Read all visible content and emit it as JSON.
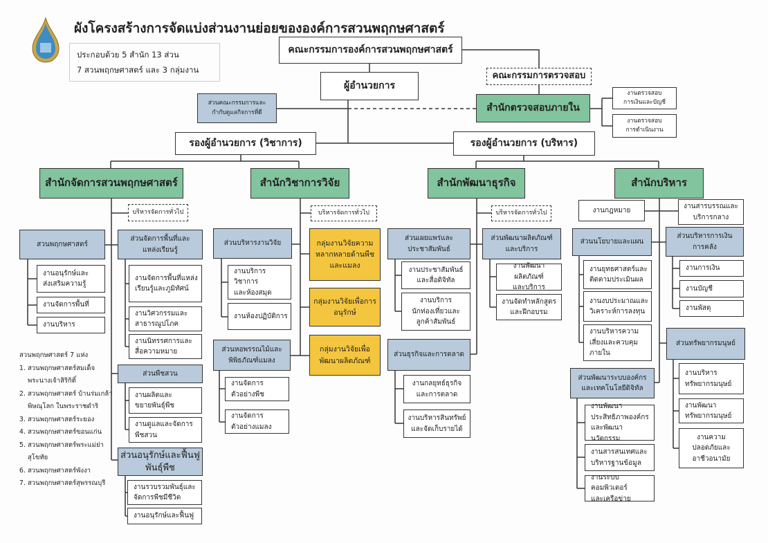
{
  "title": "ผังโครงสร้างการจัดแบ่งส่วนงานย่อยขององค์การสวนพฤกษศาสตร์",
  "summary": {
    "line1": "ประกอบด้วย 5 สำนัก 13 ส่วน",
    "line2": "7 สวนพฤกษศาสตร์ และ 3 กลุ่มงาน"
  },
  "colors": {
    "office": "#82c49d",
    "section": "#b8cadb",
    "group": "#f4c63f"
  },
  "nodes": {
    "board": "คณะกรรมการองค์การสวนพฤกษศาสตร์",
    "director": "ผู้อำนวยการ",
    "audit_committee": "คณะกรรมการตรวจสอบ",
    "internal_audit": "สำนักตรวจสอบภายใน",
    "audit_finance": "งานตรวจสอบ\nการเงินและบัญชี",
    "audit_operation": "งานตรวจสอบ\nการดำเนินงาน",
    "governance": "ส่วนคณะกรรมการและ\nกำกับดูแลกิจการที่ดี",
    "deputy_academic": "รองผู้อำนวยการ (วิชาการ)",
    "deputy_admin": "รองผู้อำนวยการ (บริหาร)",
    "garden_office": "สำนักจัดการสวนพฤกษศาสตร์",
    "research_office": "สำนักวิชาการวิจัย",
    "business_office": "สำนักพัฒนาธุรกิจ",
    "admin_office": "สำนักบริหาร",
    "general_admin": "บริหารจัดการทั่วไป",
    "botanic_gardens": "สวนพฤกษศาสตร์",
    "bg_conserve": "งานอนุรักษ์และ\nส่งเสริมความรู้",
    "bg_area": "งานจัดการพื้นที่",
    "bg_admin": "งานบริหาร",
    "area_learning": "ส่วนจัดการพื้นที่และ\nแหล่งเรียนรู้",
    "al_landscape": "งานจัดการพื้นที่แหล่ง\nเรียนรู้และภูมิทัศน์",
    "al_engineering": "งานวิศวกรรมและ\nสาธารณูปโภค",
    "al_exhibit": "งานนิทรรศการและ\nสื่อความหมาย",
    "horticulture": "ส่วนพืชสวน",
    "ho_propagation": "งานผลิตและ\nขยายพันธุ์พืช",
    "ho_care": "งานดูแลและจัดการ\nพืชสวน",
    "plant_conservation": "ส่วนอนุรักษ์และฟื้นฟู\nพันธุ์พืช",
    "pc_collection": "งานรวบรวมพันธุ์และ\nจัดการพืชมีชีวิต",
    "pc_restore": "งานอนุรักษ์และฟื้นฟู",
    "research_admin": "ส่วนบริหารงานวิจัย",
    "ra_library": "งานบริการวิชาการ\nและห้องสมุด",
    "ra_lab": "งานห้องปฏิบัติการ",
    "herbarium": "ส่วนหอพรรณไม้และ\nพิพิธภัณฑ์แมลง",
    "hb_plant": "งานจัดการ\nตัวอย่างพืช",
    "hb_insect": "งานจัดการ\nตัวอย่างแมลง",
    "grp_diversity": "กลุ่มงานวิจัยความ\nหลากหลายด้านพืช\nและแมลง",
    "grp_conserve": "กลุ่มงานวิจัยเพื่อการ\nอนุรักษ์",
    "grp_product": "กลุ่มงานวิจัยเพื่อ\nพัฒนาผลิตภัณฑ์",
    "pr": "ส่วนเผยแพร่และ\nประชาสัมพันธ์",
    "pr_digital": "งานประชาสัมพันธ์\nและสื่อดิจิทัล",
    "pr_tourist": "งานบริการ\nนักท่องเที่ยวและ\nลูกค้าสัมพันธ์",
    "product_dev": "ส่วนพัฒนาผลิตภัณฑ์\nและบริการ",
    "pd_product": "งานพัฒนาผลิตภัณฑ์\nและบริการ",
    "pd_training": "งานจัดทำหลักสูตร\nและฝึกอบรม",
    "marketing": "ส่วนธุรกิจและการตลาด",
    "mk_strategy": "งานกลยุทธ์ธุรกิจ\nและการตลาด",
    "mk_assets": "งานบริหารสินทรัพย์\nและจัดเก็บรายได้",
    "legal": "งานกฎหมาย",
    "correspondence": "งานสารบรรณและ\nบริการกลาง",
    "policy": "ส่วนนโยบายและแผน",
    "po_strategy": "งานยุทธศาสตร์และ\nติดตามประเมินผล",
    "po_budget": "งานงบประมาณและ\nวิเคราะห์การลงทุน",
    "po_risk": "งานบริหารความ\nเสี่ยงและควบคุม\nภายใน",
    "finance": "ส่วนบริหารการเงิน\nการคลัง",
    "fi_finance": "งานการเงิน",
    "fi_account": "งานบัญชี",
    "fi_supply": "งานพัสดุ",
    "hr": "ส่วนทรัพยากรมนุษย์",
    "hr_admin": "งานบริหาร\nทรัพยากรมนุษย์",
    "hr_dev": "งานพัฒนา\nทรัพยากรมนุษย์",
    "hr_safety": "งานความ\nปลอดภัยและ\nอาชีวอนามัย",
    "digital": "ส่วนพัฒนาระบบองค์กร\nและเทคโนโลยีดิจิทัล",
    "dg_innovation": "งานพัฒนา\nประสิทธิภาพองค์กร\nและพัฒนานวัตกรรม",
    "dg_info": "งานสารสนเทศและ\nบริหารฐานข้อมูล",
    "dg_network": "งานระบบคอมพิวเตอร์\nและเครือข่าย"
  },
  "gardens": {
    "heading": "สวนพฤกษศาสตร์ 7 แห่ง",
    "items": [
      "สวนพฤกษศาสตร์สมเด็จพระนางเจ้าสิริกิติ์",
      "สวนพฤกษศาสตร์ บ้านร่มเกล้า พิษณุโลก ในพระราชดำริ",
      "สวนพฤกษศาสตร์ระยอง",
      "สวนพฤกษศาสตร์ขอนแก่น",
      "สวนพฤกษศาสตร์พระแม่ย่า สุโขทัย",
      "สวนพฤกษศาสตร์พังงา",
      "สวนพฤกษศาสตร์สุพรรณบุรี"
    ]
  }
}
